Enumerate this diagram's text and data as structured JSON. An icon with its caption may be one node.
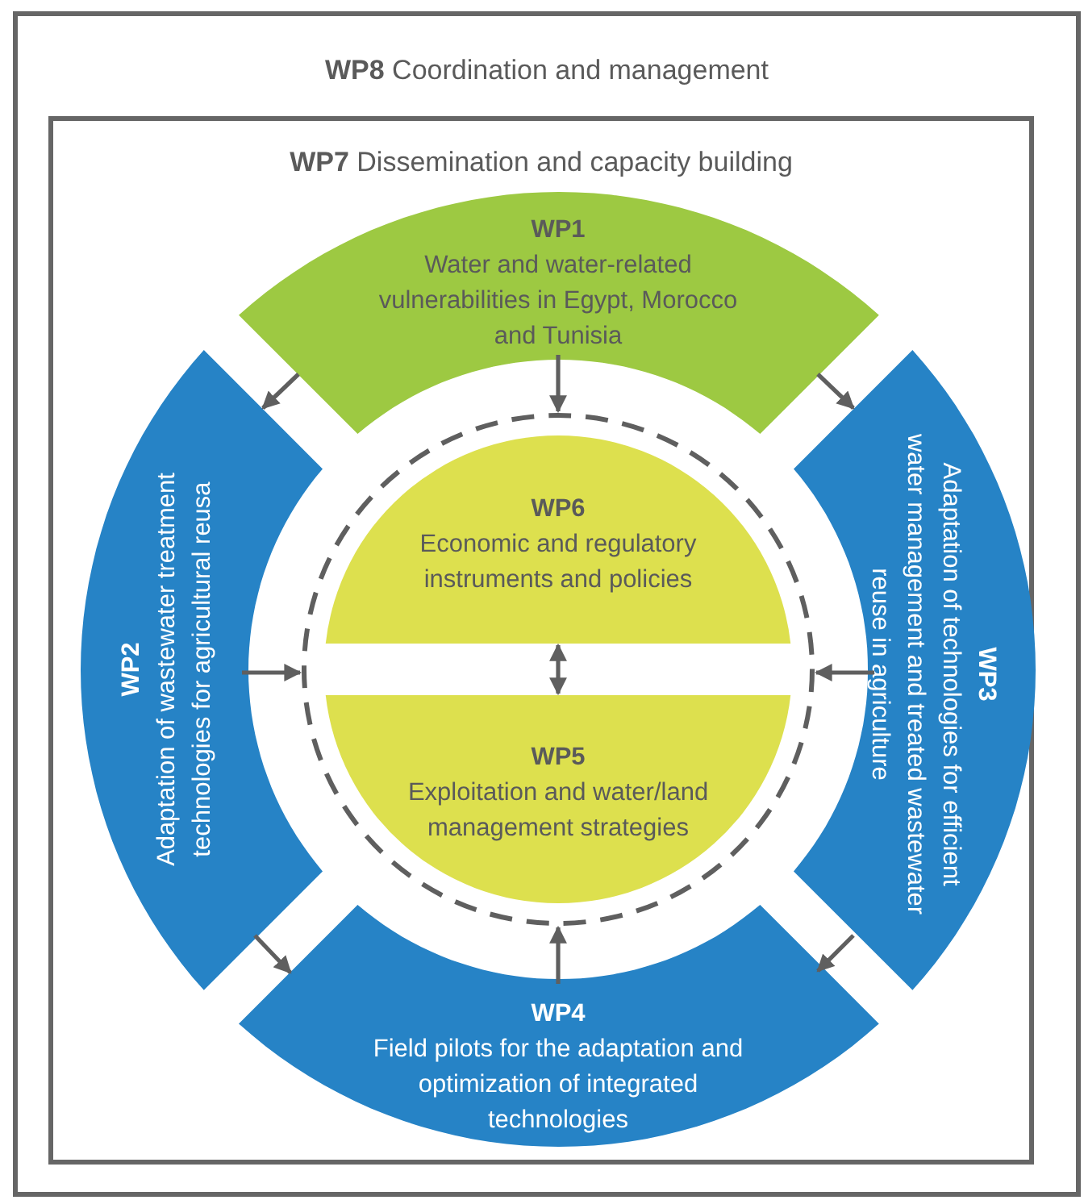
{
  "diagram": {
    "nodes": [
      {
        "text": [
          "**WP8** Coordination and management"
        ]
      },
      {
        "text": [
          "**WP7** Dissemination and capacity building"
        ],
        "in": 0
      },
      {
        "text": [
          "WP1",
          "Water and water-related vulnerabilities in Egypt, Morocco and Tunisia"
        ],
        "in": 1
      },
      {
        "text": [
          "WP2",
          "Adaptation of wastewater treatment technologies for agricultural reusa"
        ],
        "in": 1
      },
      {
        "text": [
          "WP3",
          "Adaptation of technologies for efficient water management and treated wastewater reuse in agriculture"
        ],
        "in": 1
      },
      {
        "text": [
          "WP4",
          "Field pilots for the adaptation and optimization of integrated technologies"
        ],
        "in": 1
      },
      {
        "text": [],
        "shape": "circle",
        "in": 1
      },
      {
        "text": [
          "WP6",
          "Economic and regulatory instruments and policies"
        ],
        "in": 6
      },
      {
        "text": [
          "WP5",
          "Exploitation and water/land management strategies"
        ],
        "in": 6
      }
    ],
    "edges": [
      {
        "from": 2,
        "to": 3,
        "arrow": "to"
      },
      {
        "from": 2,
        "to": 4,
        "arrow": "to"
      },
      {
        "from": 2,
        "to": 6,
        "arrow": "to"
      },
      {
        "from": 3,
        "to": 6,
        "arrow": "to"
      },
      {
        "from": 4,
        "to": 6,
        "arrow": "to"
      },
      {
        "from": 7,
        "to": 8,
        "arrow": "both"
      },
      {
        "from": 3,
        "to": 5,
        "arrow": "to"
      },
      {
        "from": 4,
        "to": 5,
        "arrow": "to"
      },
      {
        "from": 5,
        "to": 6,
        "arrow": "to"
      }
    ]
  }
}
